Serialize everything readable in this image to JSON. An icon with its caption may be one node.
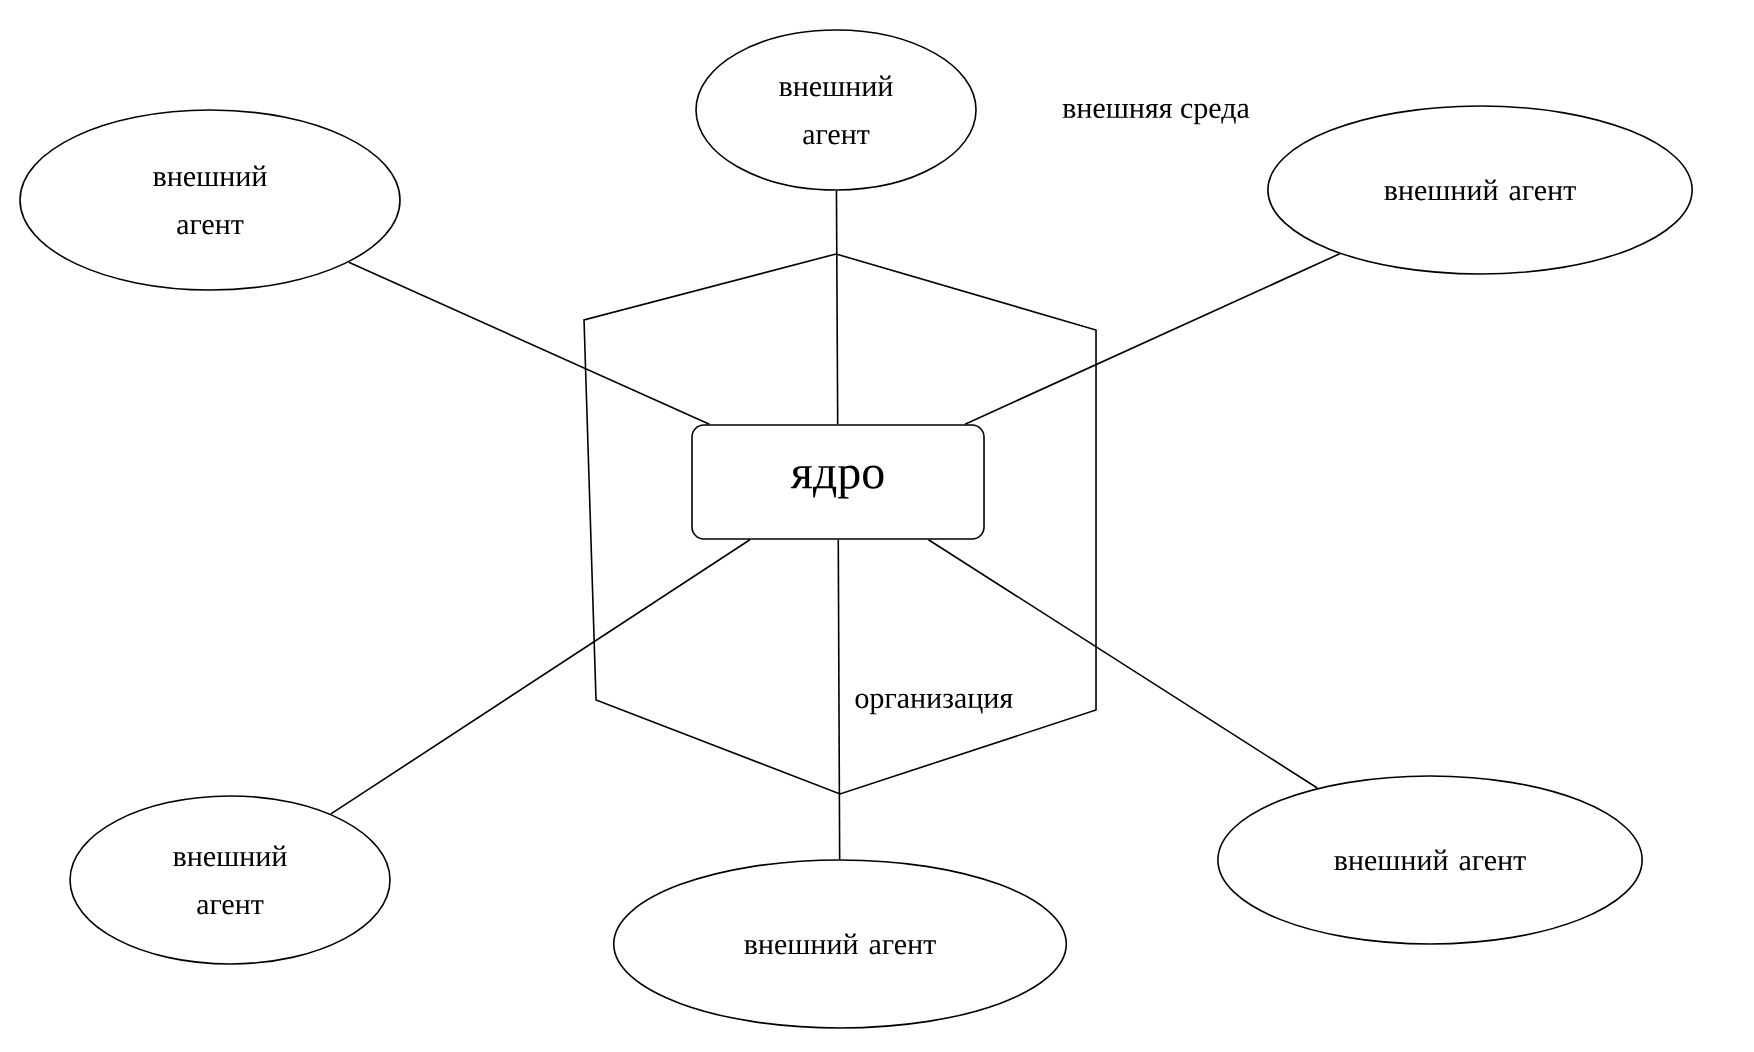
{
  "diagram": {
    "nodes": [
      {
        "text": [
          "организация"
        ]
      },
      {
        "text": [
          "ядро"
        ],
        "in": 0
      },
      {
        "text": [
          "внешний агент"
        ]
      },
      {
        "text": [
          "внешний агент"
        ]
      },
      {
        "text": [
          "внешний агент"
        ]
      },
      {
        "text": [
          "внешний агент"
        ]
      },
      {
        "text": [
          "внешний агент"
        ]
      },
      {
        "text": [
          "внешний агент"
        ]
      }
    ],
    "edges": [
      {
        "from": 1,
        "to": 2,
        "arrow": "none"
      },
      {
        "from": 1,
        "to": 3,
        "arrow": "none"
      },
      {
        "from": 1,
        "to": 4,
        "arrow": "none"
      },
      {
        "from": 1,
        "to": 5,
        "arrow": "none"
      },
      {
        "from": 1,
        "to": 6,
        "arrow": "none"
      },
      {
        "from": 1,
        "to": 7,
        "arrow": "none"
      }
    ],
    "labels": [
      "внешняя среда"
    ]
  }
}
